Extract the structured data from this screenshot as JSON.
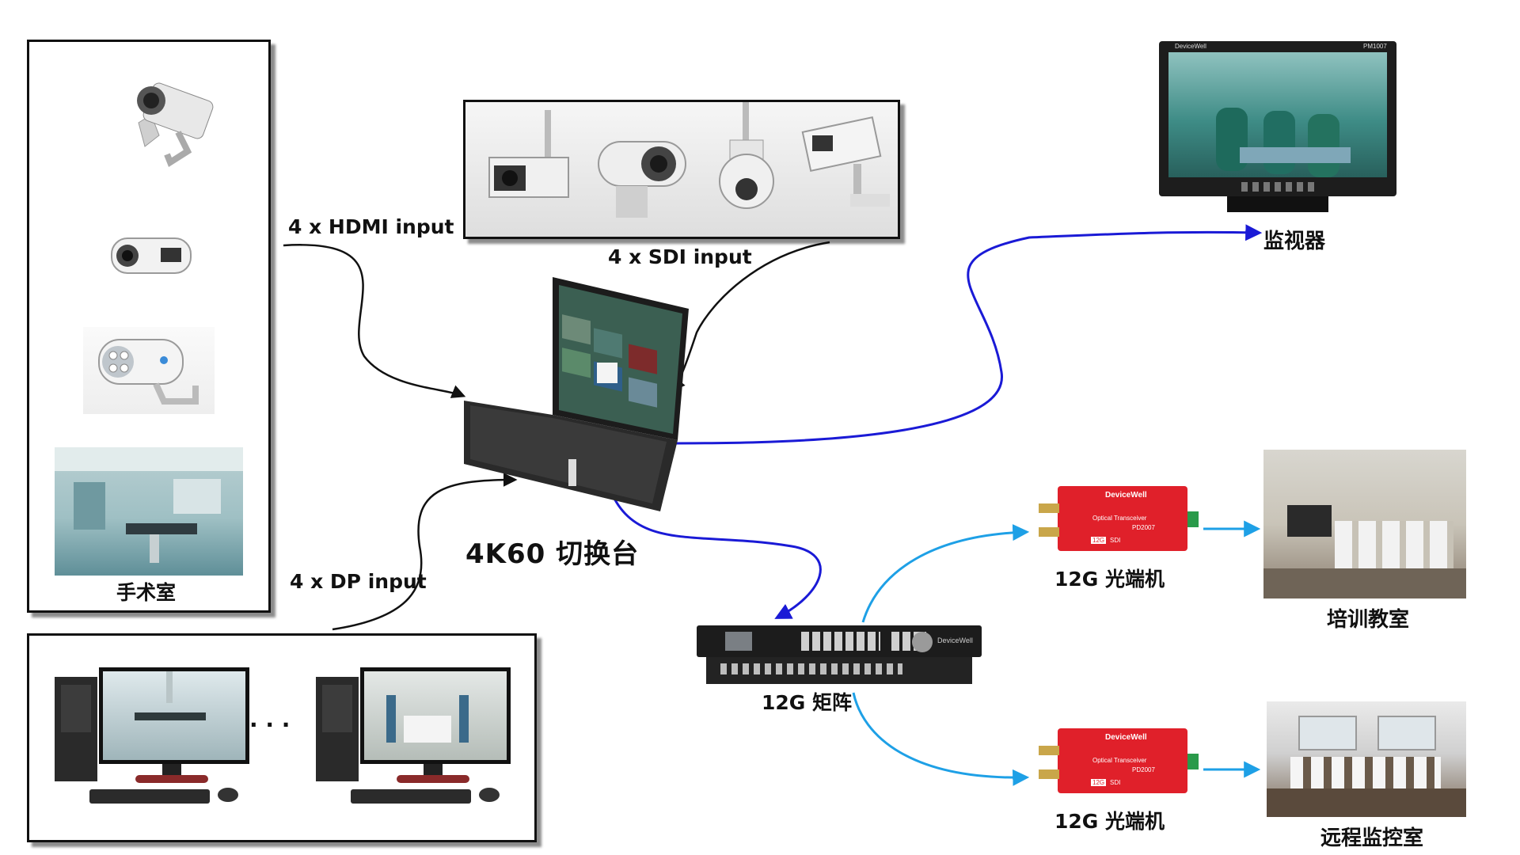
{
  "labels": {
    "hdmi_input": "4 x HDMI input",
    "sdi_input": "4 x SDI input",
    "dp_input": "4 x DP input",
    "switcher": "4K60  切换台",
    "matrix": "12G 矩阵",
    "transceiver_top": "12G 光端机",
    "transceiver_bottom": "12G 光端机",
    "monitor": "监视器",
    "operating_room": "手术室",
    "training_room": "培训教室",
    "remote_room": "远程监控室",
    "pc_ellipsis": "· · ·"
  },
  "device_text": {
    "monitor_brand": "DeviceWell",
    "monitor_model": "PM1007",
    "transceiver_brand": "DeviceWell",
    "transceiver_name": "Optical Transceiver",
    "transceiver_model": "PD2007",
    "transceiver_badge": "12G",
    "transceiver_sdi": "SDI",
    "matrix_brand": "DeviceWell"
  },
  "colors": {
    "switcher_to_outputs": "#1a1ad6",
    "matrix_to_transceivers": "#1ea0e6",
    "camera_inputs": "#111111"
  },
  "icons": [
    "bullet-camera-icon",
    "box-camera-icon",
    "ir-camera-icon",
    "dome-camera-icon",
    "pc-tower-icon",
    "monitor-icon",
    "keyboard-icon",
    "mouse-icon"
  ]
}
